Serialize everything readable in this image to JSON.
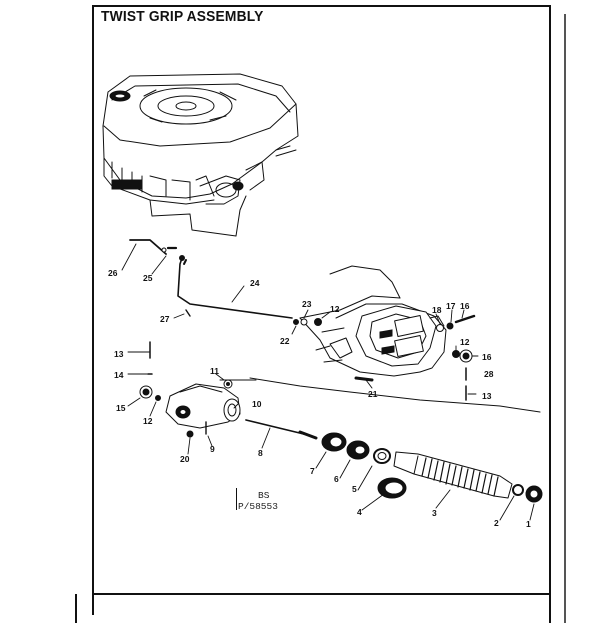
{
  "title": "TWIST GRIP ASSEMBLY",
  "drawing_code": {
    "line1": "BS",
    "line2": "P/58553"
  },
  "callouts": [
    "1",
    "2",
    "3",
    "4",
    "5",
    "6",
    "7",
    "8",
    "9",
    "10",
    "11",
    "12",
    "12",
    "12",
    "12",
    "13",
    "13",
    "14",
    "15",
    "16",
    "17",
    "18",
    "20",
    "21",
    "22",
    "23",
    "24",
    "25",
    "26",
    "27",
    "28"
  ]
}
